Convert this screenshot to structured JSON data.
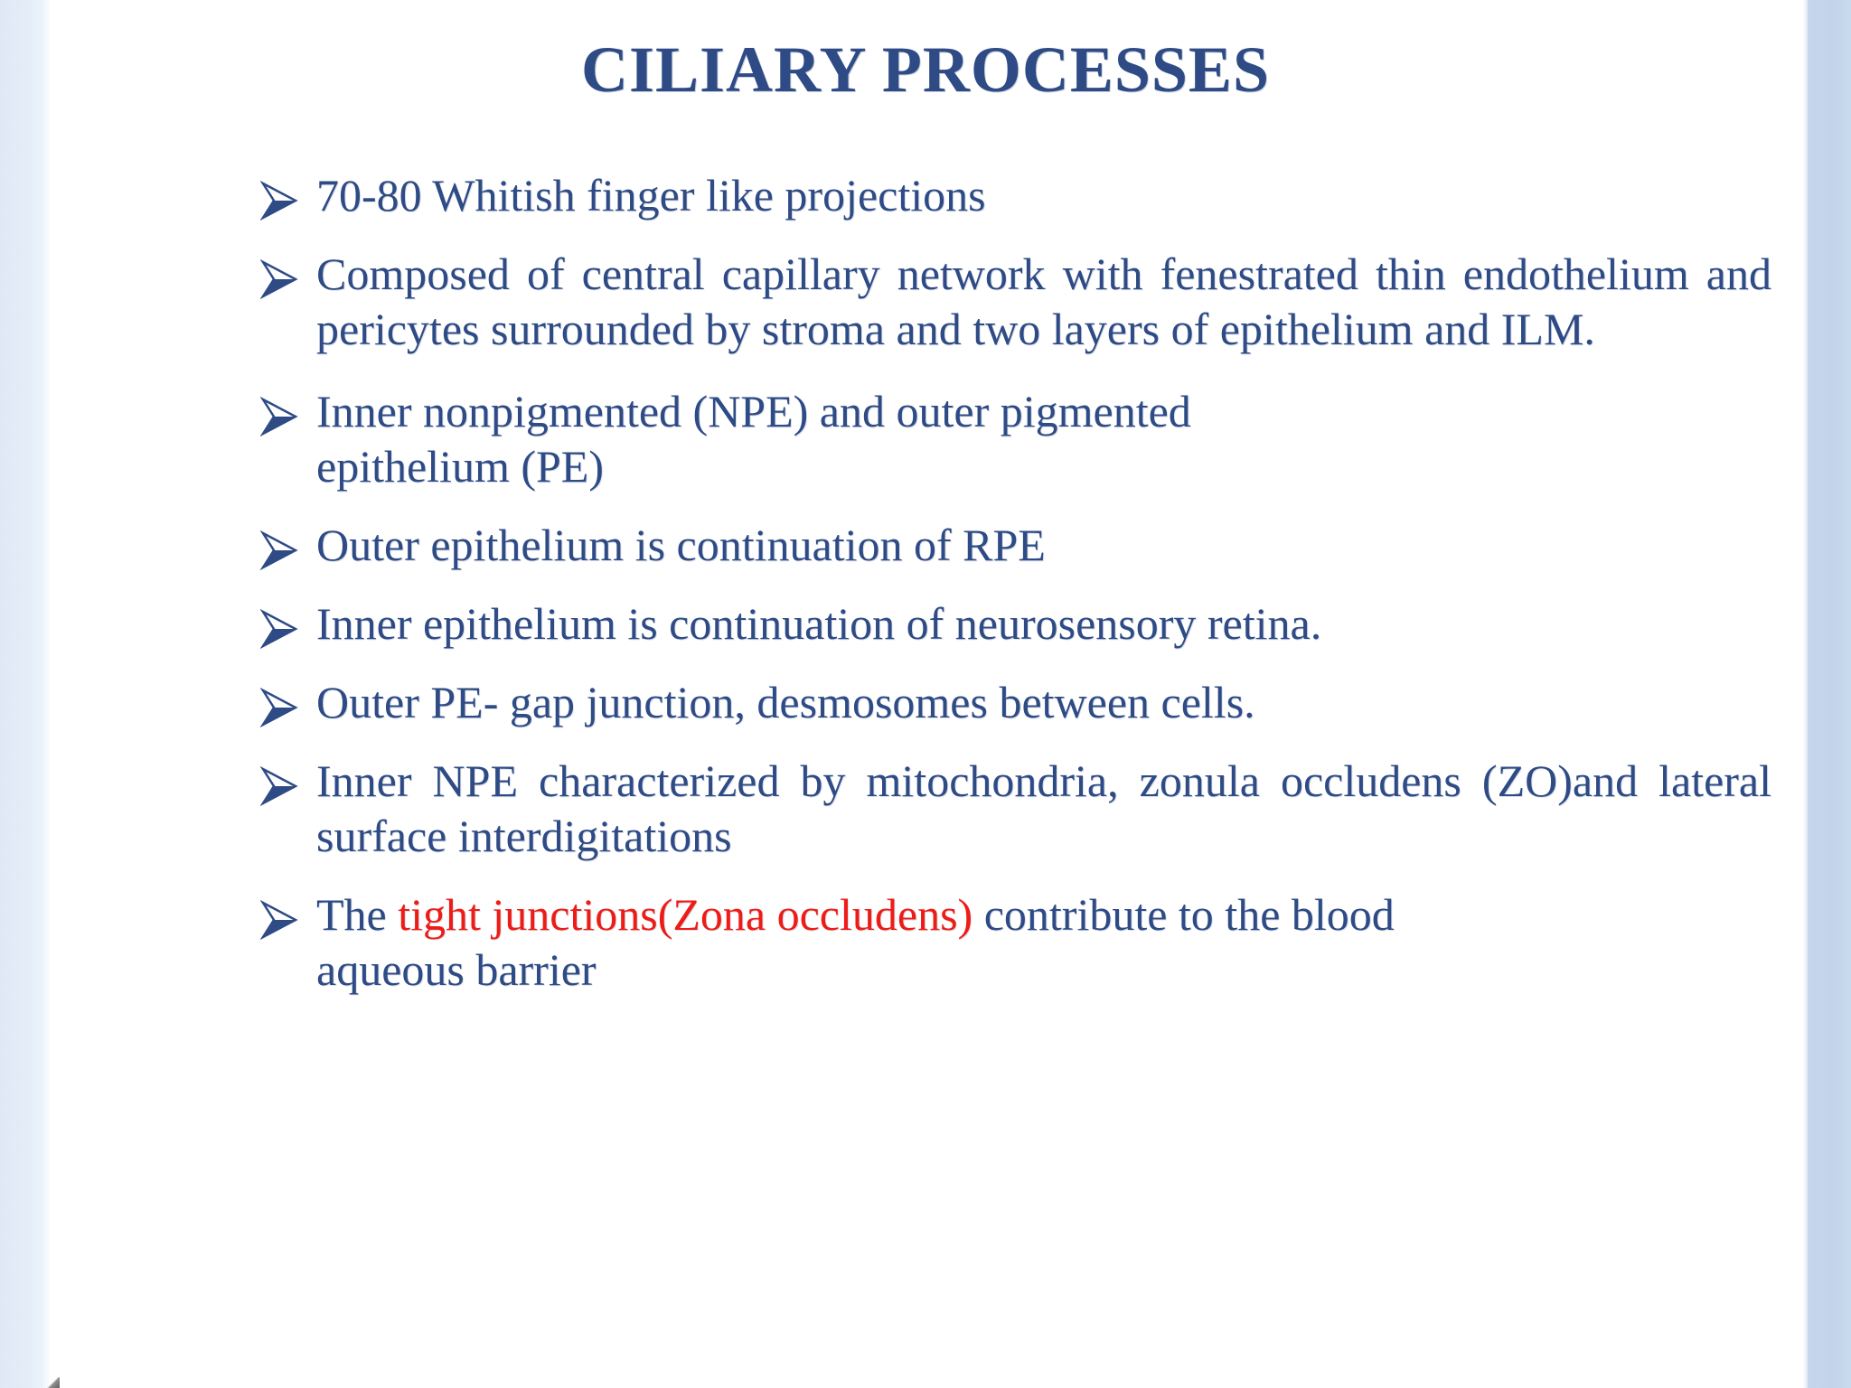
{
  "slide": {
    "title": "CILIARY PROCESSES",
    "title_color": "#2e4b86",
    "body_color": "#2e4b86",
    "accent_color": "#ee1c16",
    "background_color": "#ffffff",
    "edge_band_color_left": "#e3ecf7",
    "edge_band_color_right": "#c4d6eb",
    "bullet_glyph": "arrowhead-right"
  },
  "bullets": [
    {
      "id": "projections",
      "text": "70-80 Whitish finger like projections"
    },
    {
      "id": "composition",
      "text": "Composed of central capillary network with fenestrated thin endothelium and pericytes surrounded by stroma and two layers of epithelium and ILM."
    },
    {
      "id": "npe-pe",
      "text": "Inner nonpigmented (NPE) and outer pigmented epithelium (PE)"
    },
    {
      "id": "outer-rpe",
      "text": "Outer epithelium is continuation of RPE"
    },
    {
      "id": "inner-retina",
      "text": "Inner epithelium is continuation of neurosensory retina."
    },
    {
      "id": "outer-pe-junctions",
      "text": "Outer PE- gap junction, desmosomes between cells."
    },
    {
      "id": "inner-npe-features",
      "text": "Inner NPE characterized by mitochondria, zonula occludens (ZO)and lateral surface interdigitations"
    },
    {
      "id": "tight-junctions",
      "text_before": "The ",
      "text_accent": "tight junctions(Zona occludens)",
      "text_after": " contribute to the blood aqueous barrier"
    }
  ]
}
